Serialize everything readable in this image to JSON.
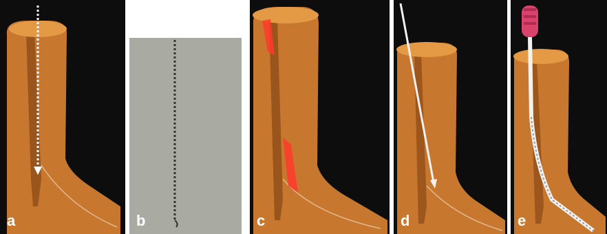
{
  "panels": [
    {
      "label": "a"
    },
    {
      "label": "b"
    },
    {
      "label": "c"
    },
    {
      "label": "d"
    },
    {
      "label": "e"
    }
  ],
  "colors": {
    "background": "#0d0d0d",
    "tooth_body": "#c8772e",
    "tooth_shade": "#8a4a16",
    "tooth_top": "#e49a45",
    "gray_bg": "#a9aaa2",
    "highlight_red": "#ff3a2a",
    "instrument": "#f2f2f2",
    "handle": "#d9426b",
    "label": "#ffffff"
  }
}
